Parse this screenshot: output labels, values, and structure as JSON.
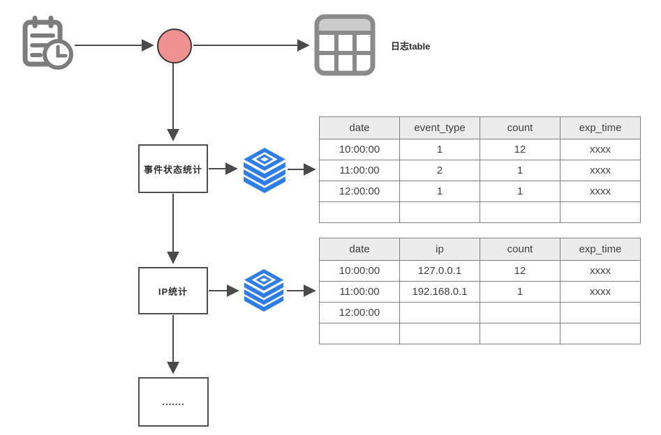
{
  "labels": {
    "log_table": "日志table",
    "event_stats_box": "事件状态统计",
    "ip_stats_box": "IP统计",
    "more_box": "......."
  },
  "icons": {
    "source": "clipboard-clock-icon",
    "log_store": "table-grid-icon",
    "event_cache": "stacked-layers-icon",
    "ip_cache": "stacked-layers-icon"
  },
  "colors": {
    "arrow": "#4a4a4a",
    "box_border": "#4d4d4d",
    "circle_fill": "#f09292",
    "circle_border": "#383838",
    "blue_icon": "#2e7ee8",
    "gray_icon": "#7c7c7c",
    "table_border": "#7f7f7f",
    "table_header_bg": "#ececec",
    "text": "#3f3f3f"
  },
  "event_table": {
    "headers": [
      "date",
      "event_type",
      "count",
      "exp_time"
    ],
    "rows": [
      [
        "10:00:00",
        "1",
        "12",
        "xxxx"
      ],
      [
        "11:00:00",
        "2",
        "1",
        "xxxx"
      ],
      [
        "12:00:00",
        "1",
        "1",
        "xxxx"
      ],
      [
        "",
        "",
        "",
        ""
      ]
    ]
  },
  "ip_table": {
    "headers": [
      "date",
      "ip",
      "count",
      "exp_time"
    ],
    "rows": [
      [
        "10:00:00",
        "127.0.0.1",
        "12",
        "xxxx"
      ],
      [
        "11:00:00",
        "192.168.0.1",
        "1",
        "xxxx"
      ],
      [
        "12:00:00",
        "",
        "",
        ""
      ],
      [
        "",
        "",
        "",
        ""
      ]
    ]
  }
}
